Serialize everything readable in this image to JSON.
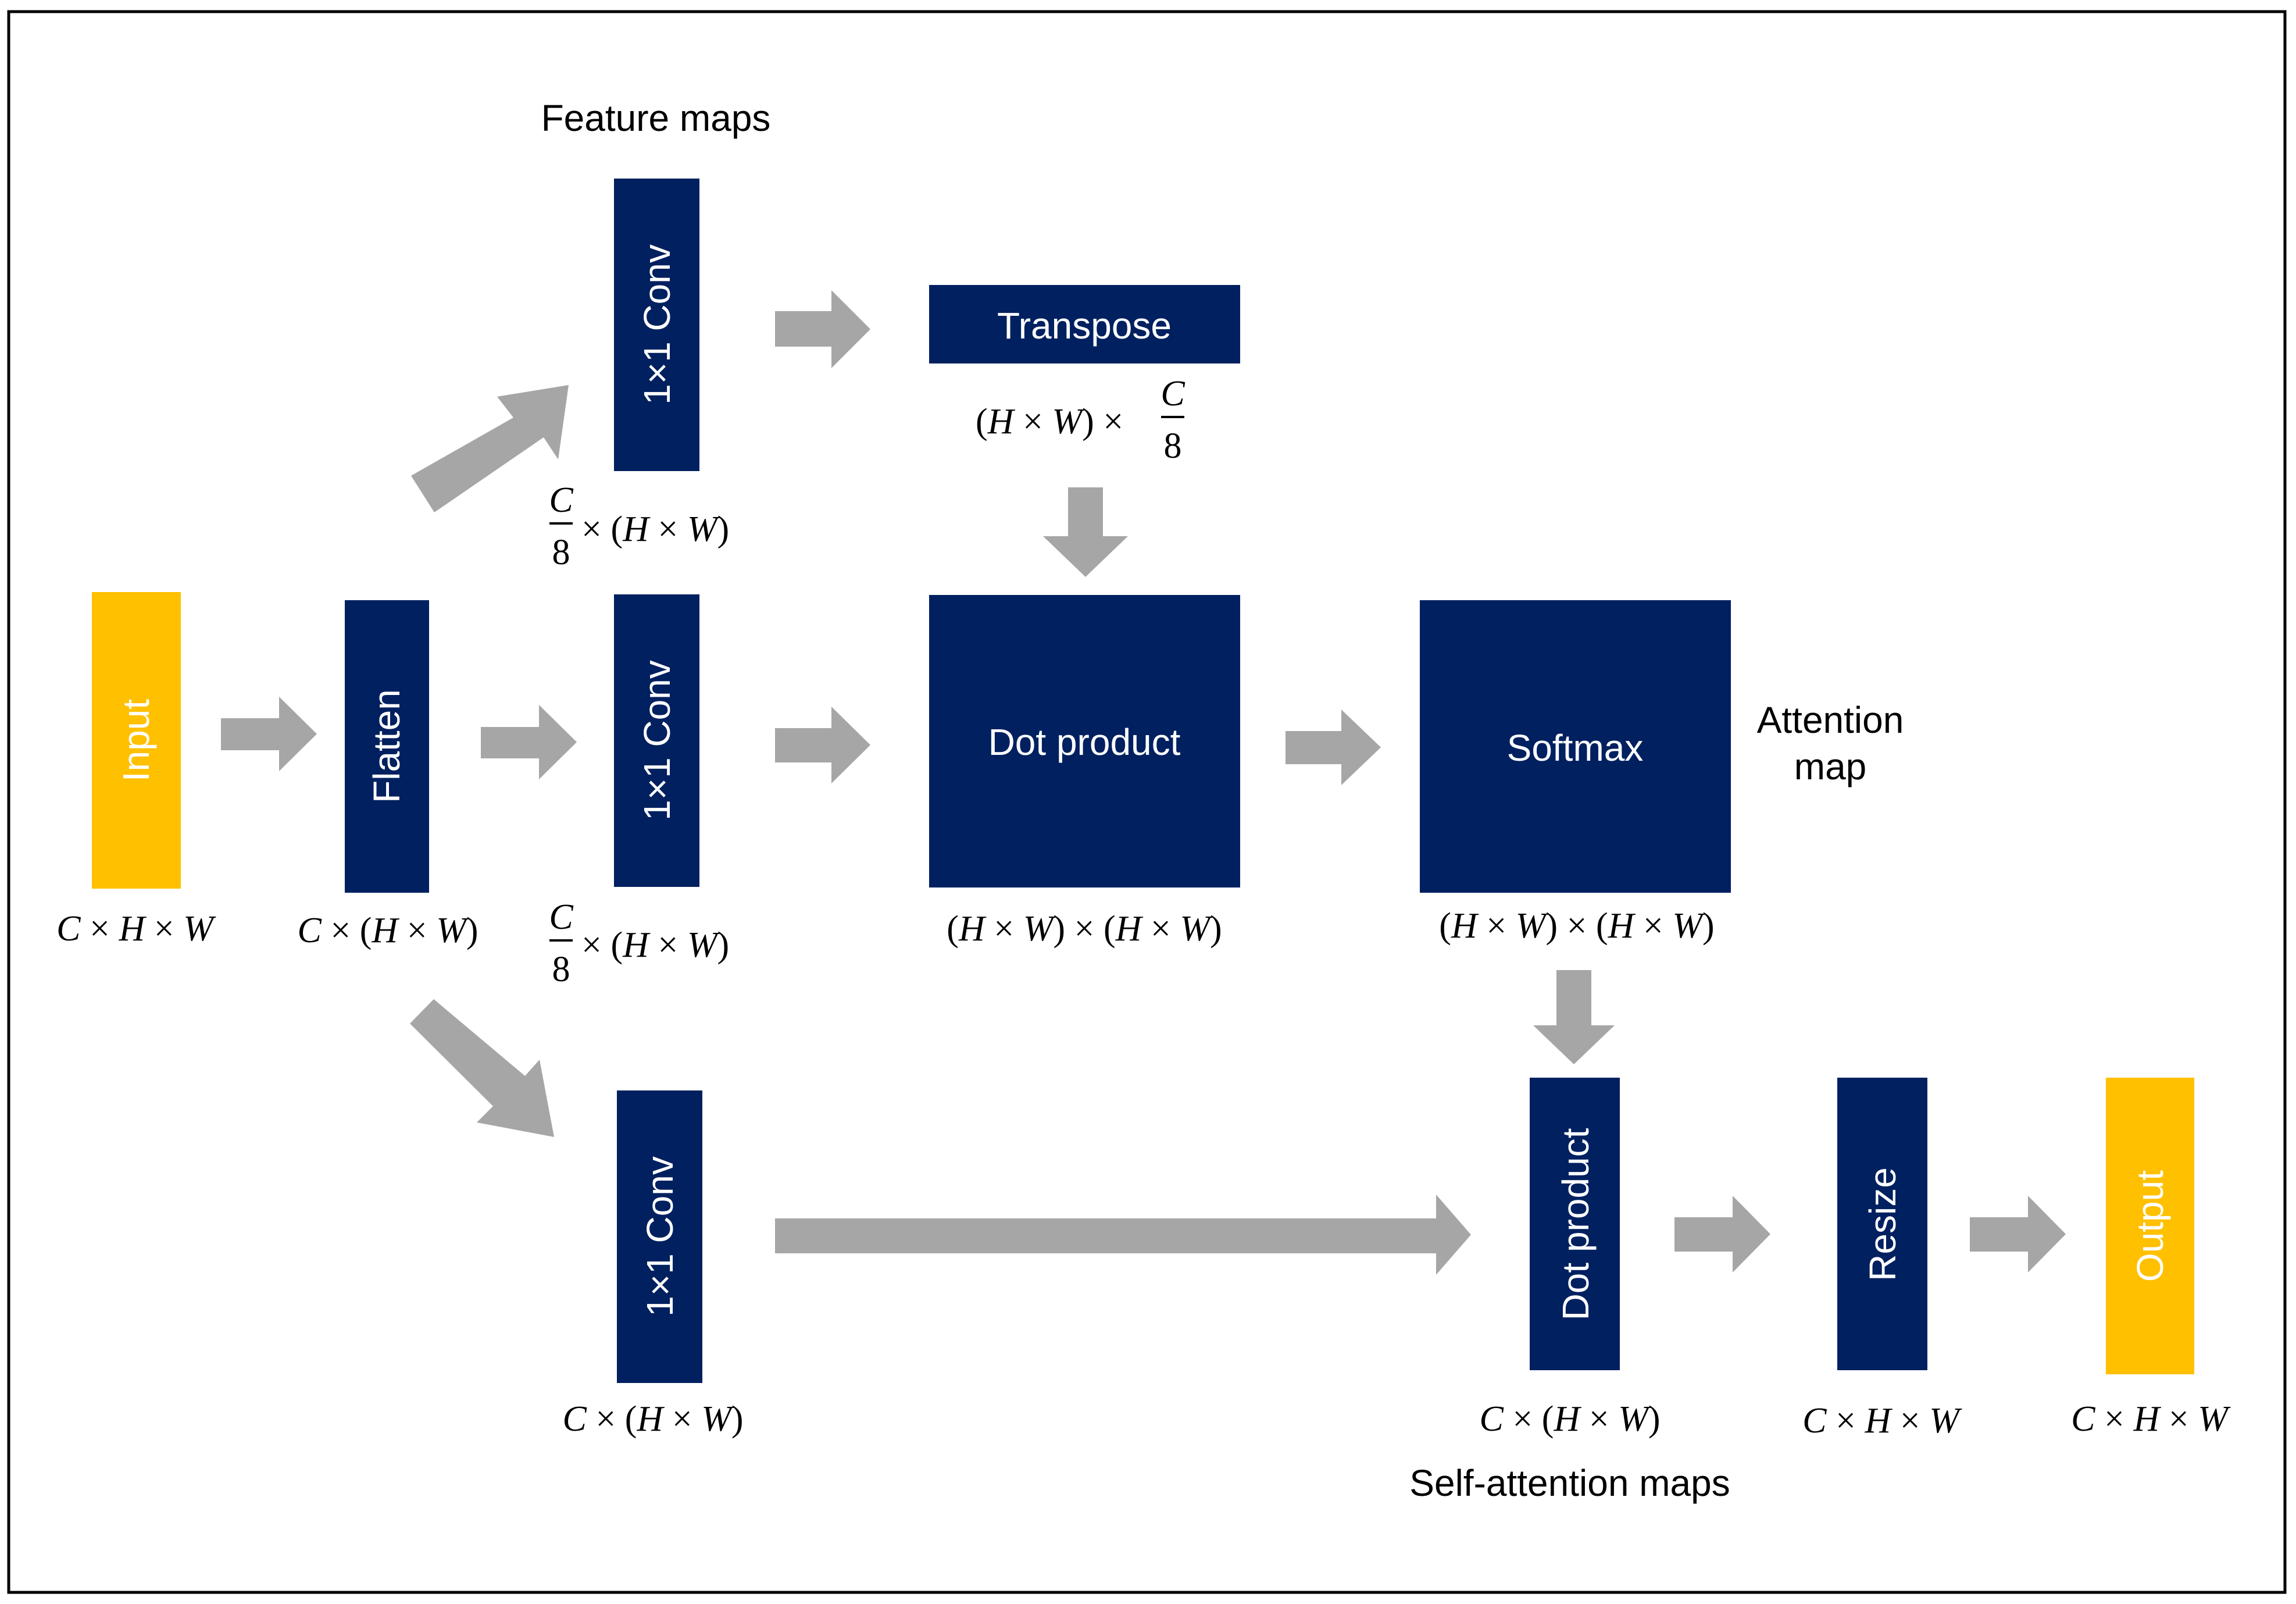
{
  "colors": {
    "navy": "#002060",
    "gold": "#FFC000",
    "arrow": "#A6A6A6",
    "frame": "#000000"
  },
  "labels": {
    "feature_maps": "Feature maps",
    "attention_line1": "Attention",
    "attention_line2": "map",
    "self_attention": "Self-attention maps"
  },
  "blocks": {
    "input": "Input",
    "flatten": "Flatten",
    "conv_top": "1×1 Conv",
    "conv_mid": "1×1 Conv",
    "conv_bottom": "1×1 Conv",
    "transpose": "Transpose",
    "dot_product_main": "Dot product",
    "softmax": "Softmax",
    "dot_product_out": "Dot product",
    "resize": "Resize",
    "output": "Output"
  },
  "math": {
    "times": "×",
    "open": "(",
    "close": ")",
    "C": "C",
    "H": "H",
    "W": "W",
    "eight": "8"
  }
}
